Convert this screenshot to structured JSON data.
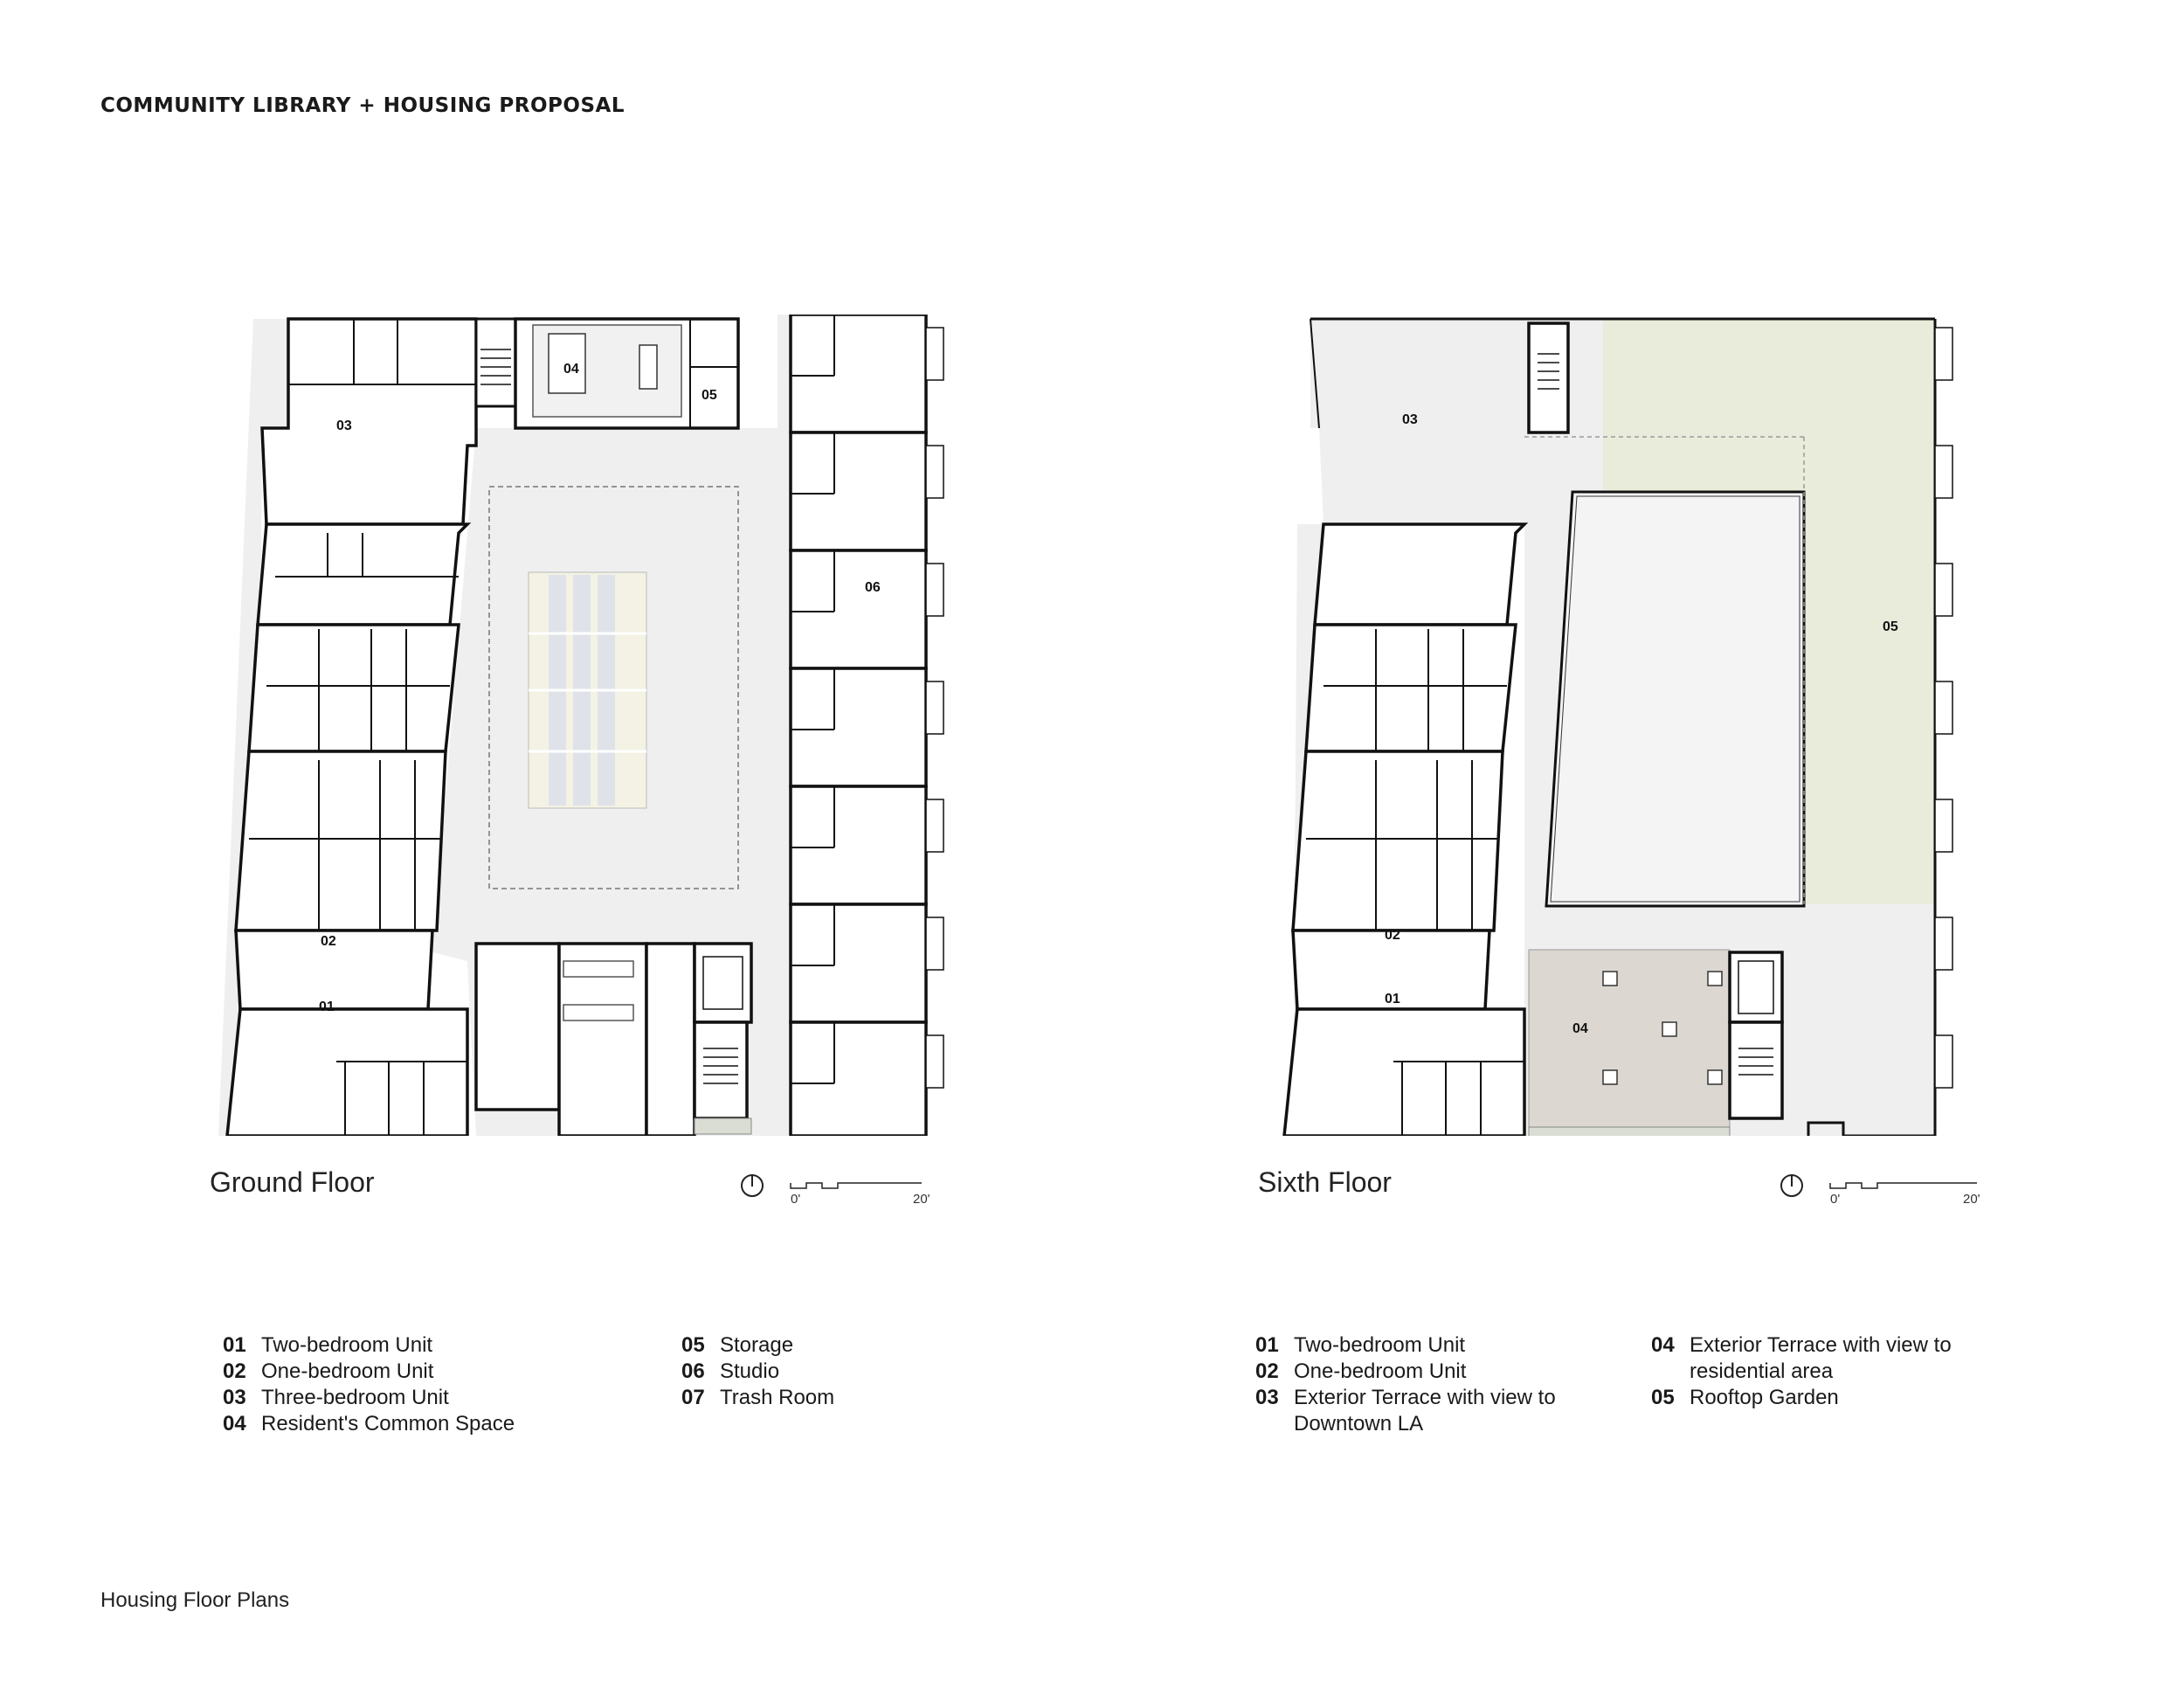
{
  "header": {
    "title": "COMMUNITY LIBRARY + HOUSING PROPOSAL"
  },
  "footer": {
    "caption": "Housing Floor Plans"
  },
  "ground": {
    "title": "Ground Floor",
    "scale": {
      "start": "0'",
      "end": "20'"
    },
    "room_labels": {
      "r01": "01",
      "r02": "02",
      "r03": "03",
      "r04": "04",
      "r05": "05",
      "r06": "06"
    },
    "legend_col1": [
      {
        "num": "01",
        "text": "Two-bedroom Unit"
      },
      {
        "num": "02",
        "text": "One-bedroom Unit"
      },
      {
        "num": "03",
        "text": "Three-bedroom Unit"
      },
      {
        "num": "04",
        "text": "Resident's Common Space"
      }
    ],
    "legend_col2": [
      {
        "num": "05",
        "text": "Storage"
      },
      {
        "num": "06",
        "text": "Studio"
      },
      {
        "num": "07",
        "text": "Trash Room"
      }
    ]
  },
  "sixth": {
    "title": "Sixth Floor",
    "scale": {
      "start": "0'",
      "end": "20'"
    },
    "room_labels": {
      "r01": "01",
      "r02": "02",
      "r03": "03",
      "r04": "04",
      "r05": "05"
    },
    "legend_col1": [
      {
        "num": "01",
        "text": "Two-bedroom Unit"
      },
      {
        "num": "02",
        "text": "One-bedroom Unit"
      },
      {
        "num": "03",
        "text": "Exterior Terrace with view to Downtown LA"
      }
    ],
    "legend_col2": [
      {
        "num": "04",
        "text": "Exterior Terrace with view to residential area"
      },
      {
        "num": "05",
        "text": "Rooftop Garden"
      }
    ]
  },
  "colors": {
    "courtyard": "#efefef",
    "garden": "#e9ecda",
    "terrace": "#dcd7d0",
    "wall": "#111111"
  }
}
